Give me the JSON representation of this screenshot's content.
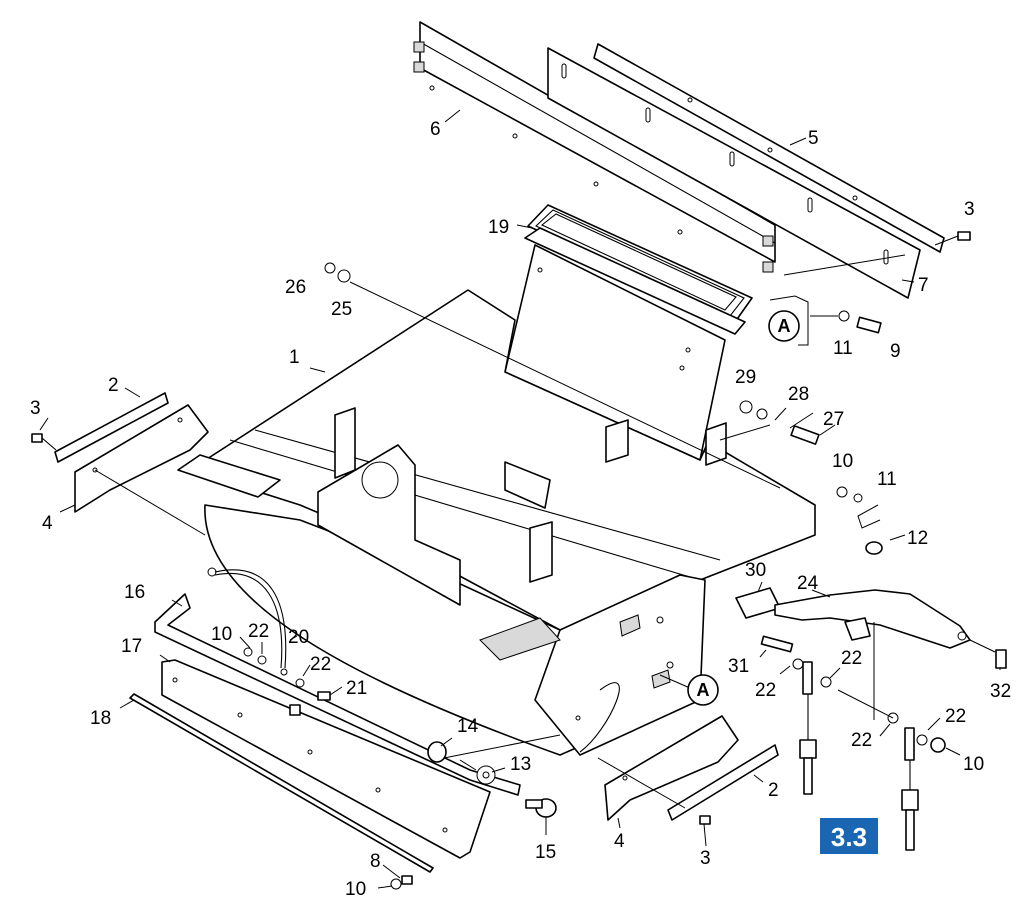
{
  "labels": [
    {
      "id": "l6",
      "text": "6"
    },
    {
      "id": "l5",
      "text": "5"
    },
    {
      "id": "l3a",
      "text": "3"
    },
    {
      "id": "l19",
      "text": "19"
    },
    {
      "id": "l7",
      "text": "7"
    },
    {
      "id": "l26",
      "text": "26"
    },
    {
      "id": "l25",
      "text": "25"
    },
    {
      "id": "l11a",
      "text": "11"
    },
    {
      "id": "l9",
      "text": "9"
    },
    {
      "id": "l1",
      "text": "1"
    },
    {
      "id": "l2a",
      "text": "2"
    },
    {
      "id": "l3b",
      "text": "3"
    },
    {
      "id": "l29",
      "text": "29"
    },
    {
      "id": "l28",
      "text": "28"
    },
    {
      "id": "l27",
      "text": "27"
    },
    {
      "id": "l4a",
      "text": "4"
    },
    {
      "id": "l10a",
      "text": "10"
    },
    {
      "id": "l11b",
      "text": "11"
    },
    {
      "id": "l12",
      "text": "12"
    },
    {
      "id": "l30",
      "text": "30"
    },
    {
      "id": "l24",
      "text": "24"
    },
    {
      "id": "l16",
      "text": "16"
    },
    {
      "id": "l10b",
      "text": "10"
    },
    {
      "id": "l22a",
      "text": "22"
    },
    {
      "id": "l20",
      "text": "20"
    },
    {
      "id": "l17",
      "text": "17"
    },
    {
      "id": "l22b",
      "text": "22"
    },
    {
      "id": "l21",
      "text": "21"
    },
    {
      "id": "l31",
      "text": "31"
    },
    {
      "id": "l22c",
      "text": "22"
    },
    {
      "id": "l22d",
      "text": "22"
    },
    {
      "id": "l32",
      "text": "32"
    },
    {
      "id": "l18",
      "text": "18"
    },
    {
      "id": "l14",
      "text": "14"
    },
    {
      "id": "l13",
      "text": "13"
    },
    {
      "id": "l22e",
      "text": "22"
    },
    {
      "id": "l22f",
      "text": "22"
    },
    {
      "id": "l10c",
      "text": "10"
    },
    {
      "id": "l2b",
      "text": "2"
    },
    {
      "id": "l4b",
      "text": "4"
    },
    {
      "id": "l15",
      "text": "15"
    },
    {
      "id": "l3c",
      "text": "3"
    },
    {
      "id": "l8",
      "text": "8"
    },
    {
      "id": "l10d",
      "text": "10"
    }
  ],
  "callouts": {
    "a1": "A",
    "a2": "A"
  },
  "section_badge": {
    "text": "3.3",
    "color": "#1a66b3"
  }
}
